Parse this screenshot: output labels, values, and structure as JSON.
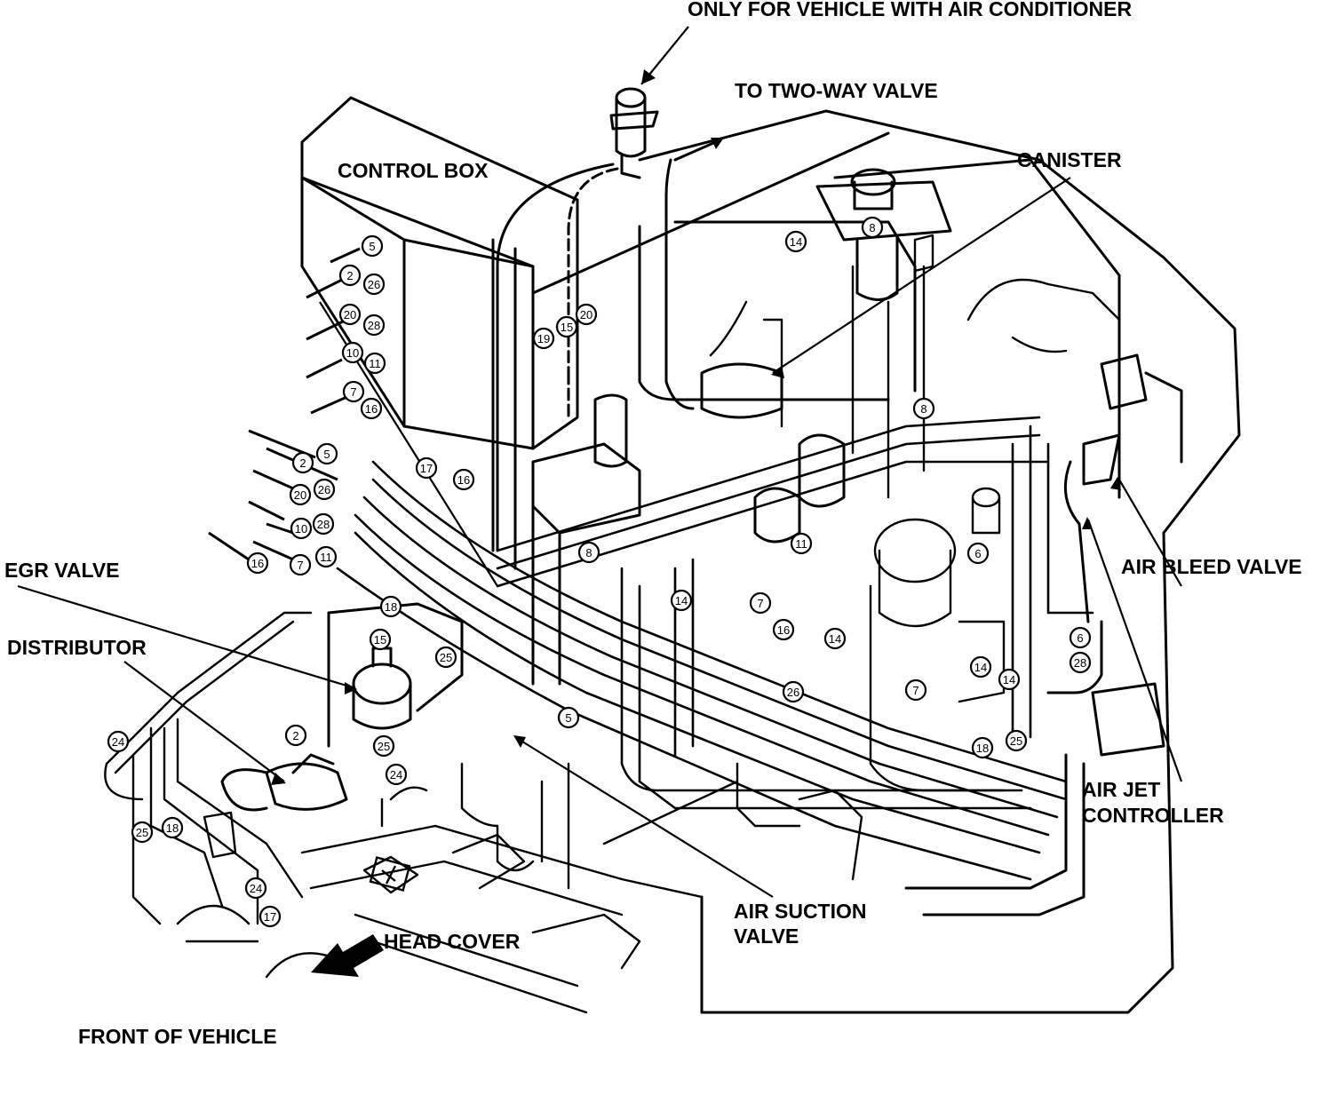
{
  "labels": {
    "ac_note": "ONLY FOR VEHICLE WITH AIR CONDITIONER",
    "two_way_valve": "TO TWO-WAY VALVE",
    "control_box": "CONTROL BOX",
    "canister": "CANISTER",
    "egr_valve": "EGR VALVE",
    "distributor": "DISTRIBUTOR",
    "air_bleed_valve": "AIR BLEED VALVE",
    "air_jet_line1": "AIR JET",
    "air_jet_line2": "CONTROLLER",
    "air_suction_line1": "AIR SUCTION",
    "air_suction_line2": "VALVE",
    "head_cover": "HEAD COVER",
    "front_of_vehicle": "FRONT OF VEHICLE"
  },
  "hose_numbers": [
    "5",
    "2",
    "26",
    "20",
    "28",
    "10",
    "11",
    "7",
    "16",
    "5",
    "2",
    "26",
    "20",
    "28",
    "10",
    "11",
    "7",
    "16",
    "17",
    "16",
    "19",
    "15",
    "20",
    "8",
    "14",
    "8",
    "8",
    "18",
    "15",
    "25",
    "2",
    "25",
    "24",
    "5",
    "14",
    "11",
    "7",
    "16",
    "14",
    "26",
    "14",
    "14",
    "7",
    "6",
    "6",
    "28",
    "18",
    "25",
    "24",
    "25",
    "18",
    "24",
    "17"
  ],
  "colors": {
    "ink": "#000000",
    "paper": "#ffffff"
  }
}
